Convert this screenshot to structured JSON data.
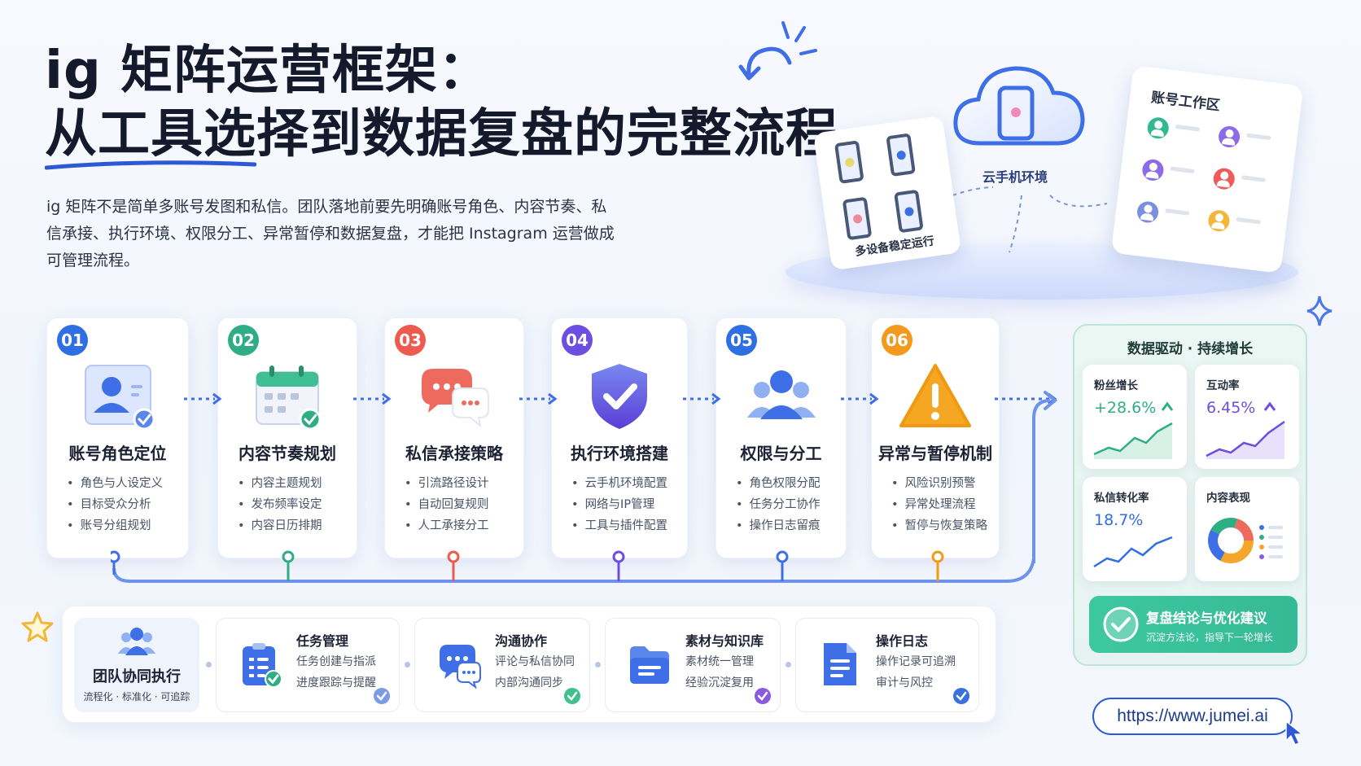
{
  "title": {
    "line1": "ig 矩阵运营框架：",
    "line2": "从工具选择到数据复盘的完整流程"
  },
  "intro": "ig 矩阵不是简单多账号发图和私信。团队落地前要先明确账号角色、内容节奏、私信承接、执行环境、权限分工、异常暂停和数据复盘，才能把 Instagram 运营做成可管理流程。",
  "hero": {
    "devices_caption": "多设备稳定运行",
    "cloud_label": "云手机环境",
    "workspace_title": "账号工作区"
  },
  "steps": [
    {
      "num": "01",
      "title": "账号角色定位",
      "color": "#2f6fe4",
      "items": [
        "角色与人设定义",
        "目标受众分析",
        "账号分组规划"
      ]
    },
    {
      "num": "02",
      "title": "内容节奏规划",
      "color": "#2fae86",
      "items": [
        "内容主题规划",
        "发布频率设定",
        "内容日历排期"
      ]
    },
    {
      "num": "03",
      "title": "私信承接策略",
      "color": "#ee5a4f",
      "items": [
        "引流路径设计",
        "自动回复规则",
        "人工承接分工"
      ]
    },
    {
      "num": "04",
      "title": "执行环境搭建",
      "color": "#6c4ee0",
      "items": [
        "云手机环境配置",
        "网络与IP管理",
        "工具与插件配置"
      ]
    },
    {
      "num": "05",
      "title": "权限与分工",
      "color": "#2f6fe4",
      "items": [
        "角色权限分配",
        "任务分工协作",
        "操作日志留痕"
      ]
    },
    {
      "num": "06",
      "title": "异常与暂停机制",
      "color": "#f39a1e",
      "items": [
        "风险识别预警",
        "异常处理流程",
        "暂停与恢复策略"
      ]
    }
  ],
  "data_panel": {
    "title": "数据驱动 · 持续增长",
    "metrics": [
      {
        "label": "粉丝增长",
        "value": "+28.6%",
        "color": "#2fae86"
      },
      {
        "label": "互动率",
        "value": "6.45%",
        "color": "#6c4ee0"
      },
      {
        "label": "私信转化率",
        "value": "18.7%",
        "color": "#2f6fe4"
      },
      {
        "label": "内容表现",
        "value": ""
      }
    ],
    "summary_title": "复盘结论与优化建议",
    "summary_sub": "沉淀方法论，指导下一轮增长"
  },
  "team": {
    "title": "团队协同执行",
    "sub": "流程化 · 标准化 · 可追踪"
  },
  "collab": [
    {
      "title": "任务管理",
      "l1": "任务创建与指派",
      "l2": "进度跟踪与提醒",
      "check_color": "#7d9ae6"
    },
    {
      "title": "沟通协作",
      "l1": "评论与私信协同",
      "l2": "内部沟通同步",
      "check_color": "#3ec08f"
    },
    {
      "title": "素材与知识库",
      "l1": "素材统一管理",
      "l2": "经验沉淀复用",
      "check_color": "#8a5be0"
    },
    {
      "title": "操作日志",
      "l1": "操作记录可追溯",
      "l2": "审计与风控",
      "check_color": "#3a6fe0"
    }
  ],
  "url": "https://www.jumei.ai"
}
